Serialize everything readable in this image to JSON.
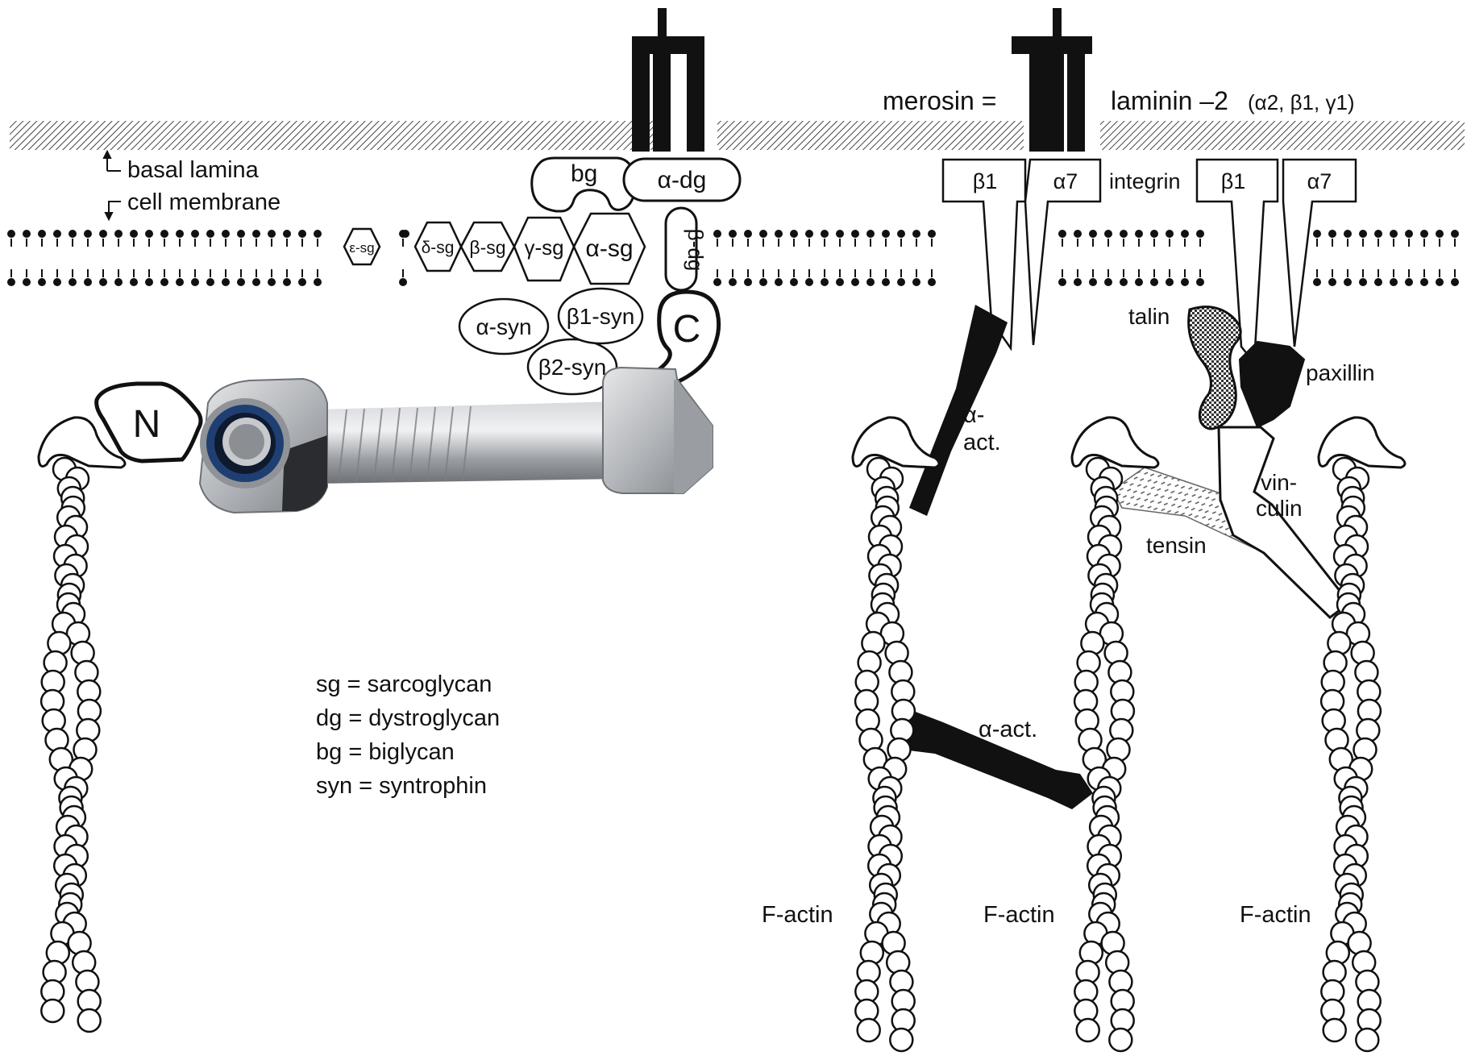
{
  "labels": {
    "basal_lamina": "basal lamina",
    "cell_membrane": "cell membrane",
    "merosin": "merosin =",
    "laminin_main": "laminin –2",
    "laminin_sub": "(α2, β1, γ1)",
    "integrin": "integrin",
    "beta1": "β1",
    "alpha7": "α7",
    "talin": "talin",
    "paxillin": "paxillin",
    "alpha_act_1a": "α-",
    "alpha_act_1b": "act.",
    "alpha_act_2": "α-act.",
    "vinculin_1": "vin-",
    "vinculin_2": "culin",
    "tensin": "tensin",
    "f_actin": "F-actin"
  },
  "dgc": {
    "bg": "bg",
    "alpha_dg": "α-dg",
    "beta_dg": "β-dg",
    "epsilon_sg": "ε-sg",
    "delta_sg": "δ-sg",
    "beta_sg": "β-sg",
    "gamma_sg": "γ-sg",
    "alpha_sg": "α-sg",
    "alpha_syn": "α-syn",
    "beta1_syn": "β1-syn",
    "beta2_syn": "β2-syn",
    "c_term": "C",
    "n_term": "N"
  },
  "legend": [
    "sg = sarcoglycan",
    "dg = dystroglycan",
    "bg = biglycan",
    "syn = syntrophin"
  ],
  "colors": {
    "ink": "#111111",
    "paper": "#ffffff",
    "bolt_steel": "#a9adb1",
    "nut_blue": "#1f3f73"
  }
}
